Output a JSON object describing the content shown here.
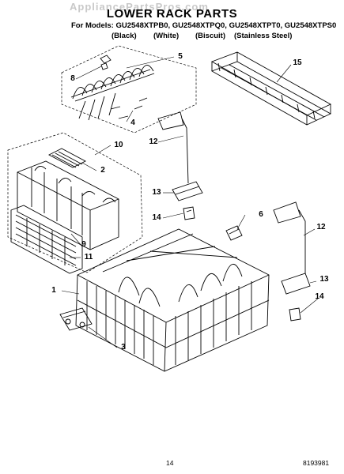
{
  "watermark": "AppliancePartsPros.com",
  "title": "LOWER RACK PARTS",
  "models_line": "For Models: GU2548XTPB0, GU2548XTPQ0, GU2548XTPT0, GU2548XTPS0",
  "colors": [
    "(Black)",
    "(White)",
    "(Biscuit)",
    "(Stainless Steel)"
  ],
  "callouts": [
    "5",
    "15",
    "8",
    "4",
    "12",
    "10",
    "2",
    "13",
    "6",
    "14",
    "9",
    "12",
    "11",
    "13",
    "1",
    "14",
    "3"
  ],
  "footer": {
    "page_number": "14",
    "part_number": "8193981"
  }
}
